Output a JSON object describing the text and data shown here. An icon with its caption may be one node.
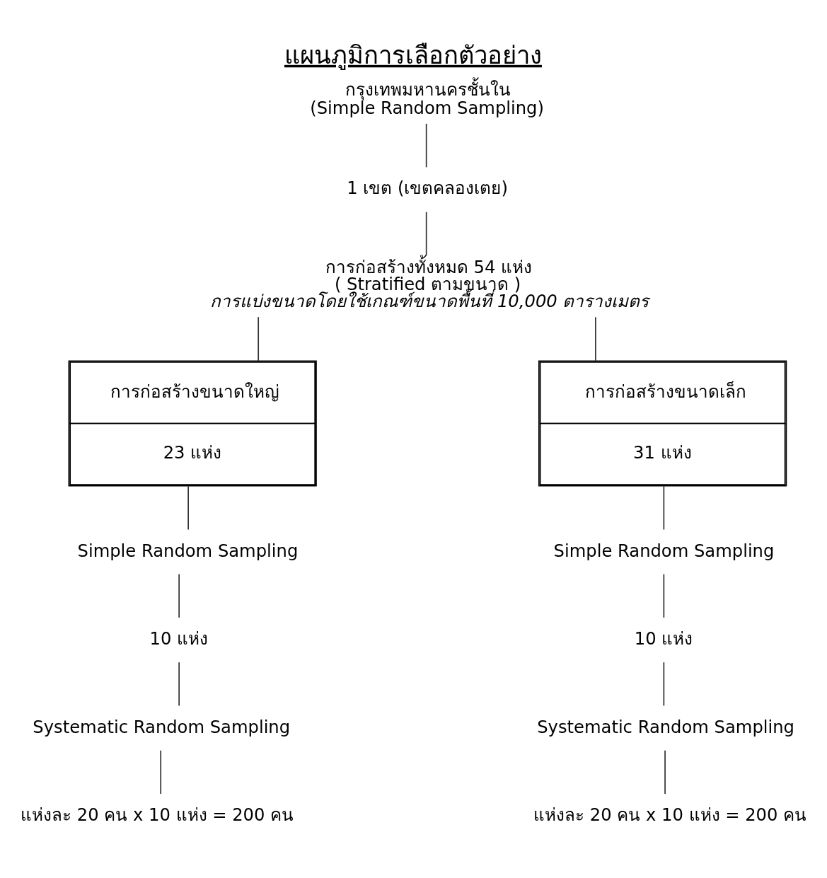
{
  "diagram": {
    "title": "แผนภูมิการเลือกตัวอย่าง",
    "nodes": [
      {
        "text": [
          "กรุงเทพมหานครชั้นใน",
          "(Simple Random Sampling)"
        ]
      },
      {
        "text": [
          "1 เขต (เขตคลองเตย)"
        ]
      },
      {
        "text": [
          "การก่อสร้างทั้งหมด 54 แห่ง",
          "( Stratified ตามขนาด )",
          "การแบ่งขนาดโดยใช้เกณฑ์ขนาดพื้นที่ 10,000 ตารางเมตร"
        ]
      },
      {
        "text": [
          "การก่อสร้างขนาดใหญ่",
          "23 แห่ง"
        ]
      },
      {
        "text": [
          "Simple Random Sampling"
        ]
      },
      {
        "text": [
          "10 แห่ง"
        ]
      },
      {
        "text": [
          "Systematic Random Sampling"
        ]
      },
      {
        "text": [
          "แห่งละ 20 คน x 10 แห่ง = 200 คน"
        ]
      },
      {
        "text": [
          "การก่อสร้างขนาดเล็ก",
          "31 แห่ง"
        ]
      },
      {
        "text": [
          "Simple Random Sampling"
        ]
      },
      {
        "text": [
          "10 แห่ง"
        ]
      },
      {
        "text": [
          "Systematic Random Sampling"
        ]
      },
      {
        "text": [
          "แห่งละ 20 คน x 10 แห่ง = 200 คน"
        ]
      }
    ],
    "edges": [
      {
        "from": 0,
        "to": 1,
        "arrow": "none"
      },
      {
        "from": 1,
        "to": 2,
        "arrow": "none"
      },
      {
        "from": 2,
        "to": 3,
        "arrow": "none"
      },
      {
        "from": 2,
        "to": 8,
        "arrow": "none"
      },
      {
        "from": 3,
        "to": 4,
        "arrow": "none"
      },
      {
        "from": 4,
        "to": 5,
        "arrow": "none"
      },
      {
        "from": 5,
        "to": 6,
        "arrow": "none"
      },
      {
        "from": 6,
        "to": 7,
        "arrow": "none"
      },
      {
        "from": 8,
        "to": 9,
        "arrow": "none"
      },
      {
        "from": 9,
        "to": 10,
        "arrow": "none"
      },
      {
        "from": 10,
        "to": 11,
        "arrow": "none"
      },
      {
        "from": 11,
        "to": 12,
        "arrow": "none"
      }
    ]
  }
}
